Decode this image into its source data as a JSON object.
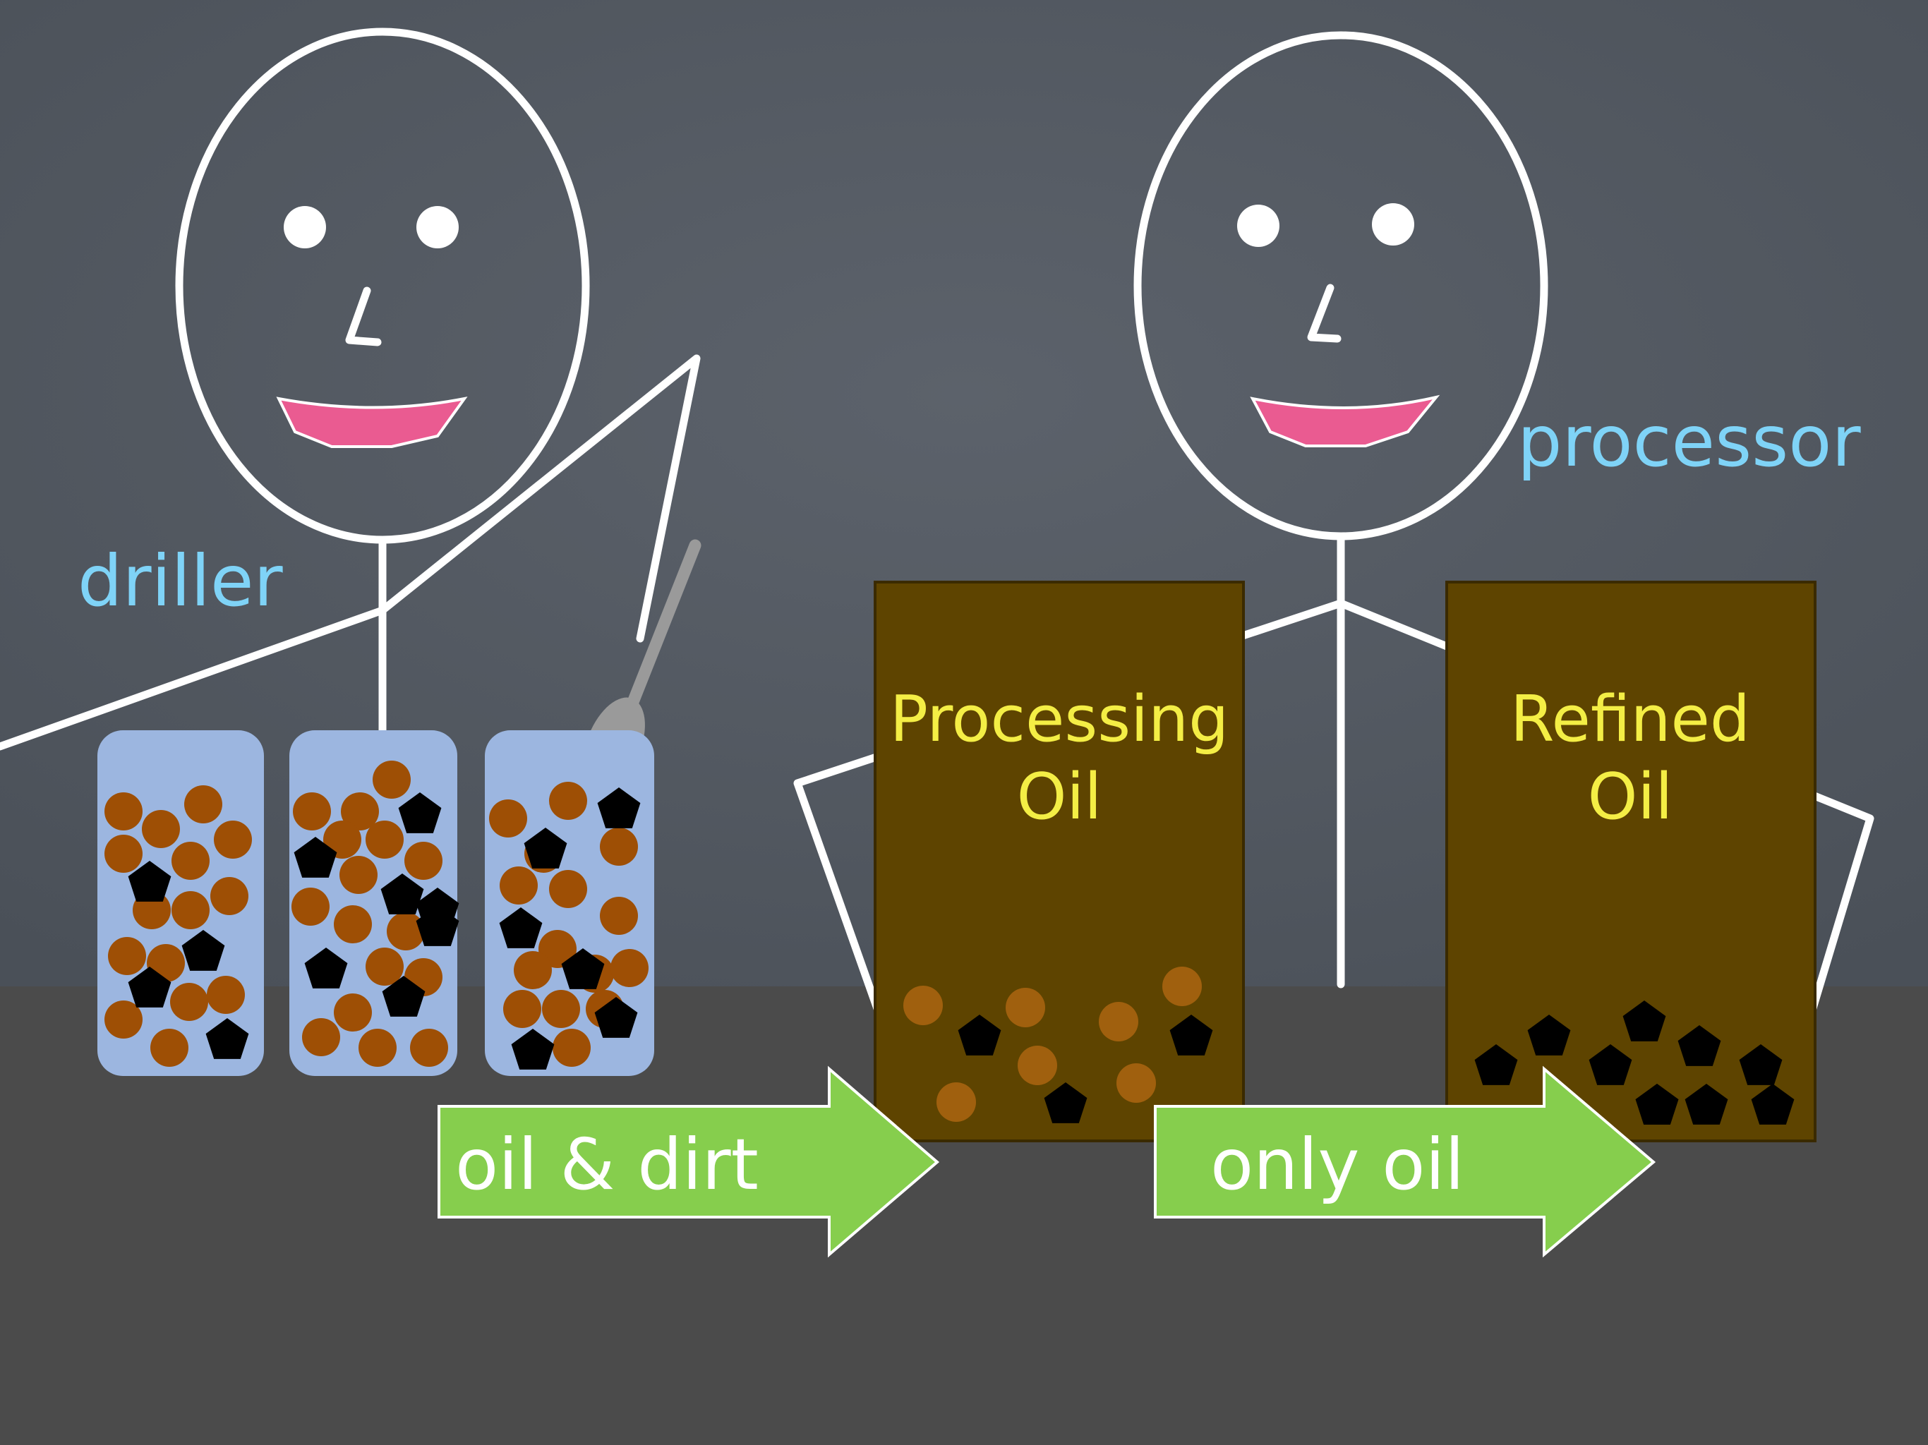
{
  "colors": {
    "chalkboard": "#555b64",
    "table": "#4b4b4b",
    "chalk": "#ffffff",
    "role_label": "#7fd3f7",
    "container_text": "#f4ee45",
    "container_fill": "#5e4400",
    "arrow_fill": "#86ce4d",
    "oil_droplet": "#9e4f05",
    "dirt_chunk": "#000000",
    "jar": "#9cb6e0",
    "mouth": "#ea5b91"
  },
  "labels": {
    "driller": "driller",
    "processor": "processor"
  },
  "containers": {
    "processing": {
      "line1": "Processing",
      "line2": "Oil"
    },
    "refined": {
      "line1": "Refined",
      "line2": "Oil"
    }
  },
  "arrows": {
    "first": "oil & dirt",
    "second": "only oil"
  },
  "jars": {
    "count": 3,
    "contents": [
      "oil droplets",
      "dirt chunks"
    ]
  }
}
